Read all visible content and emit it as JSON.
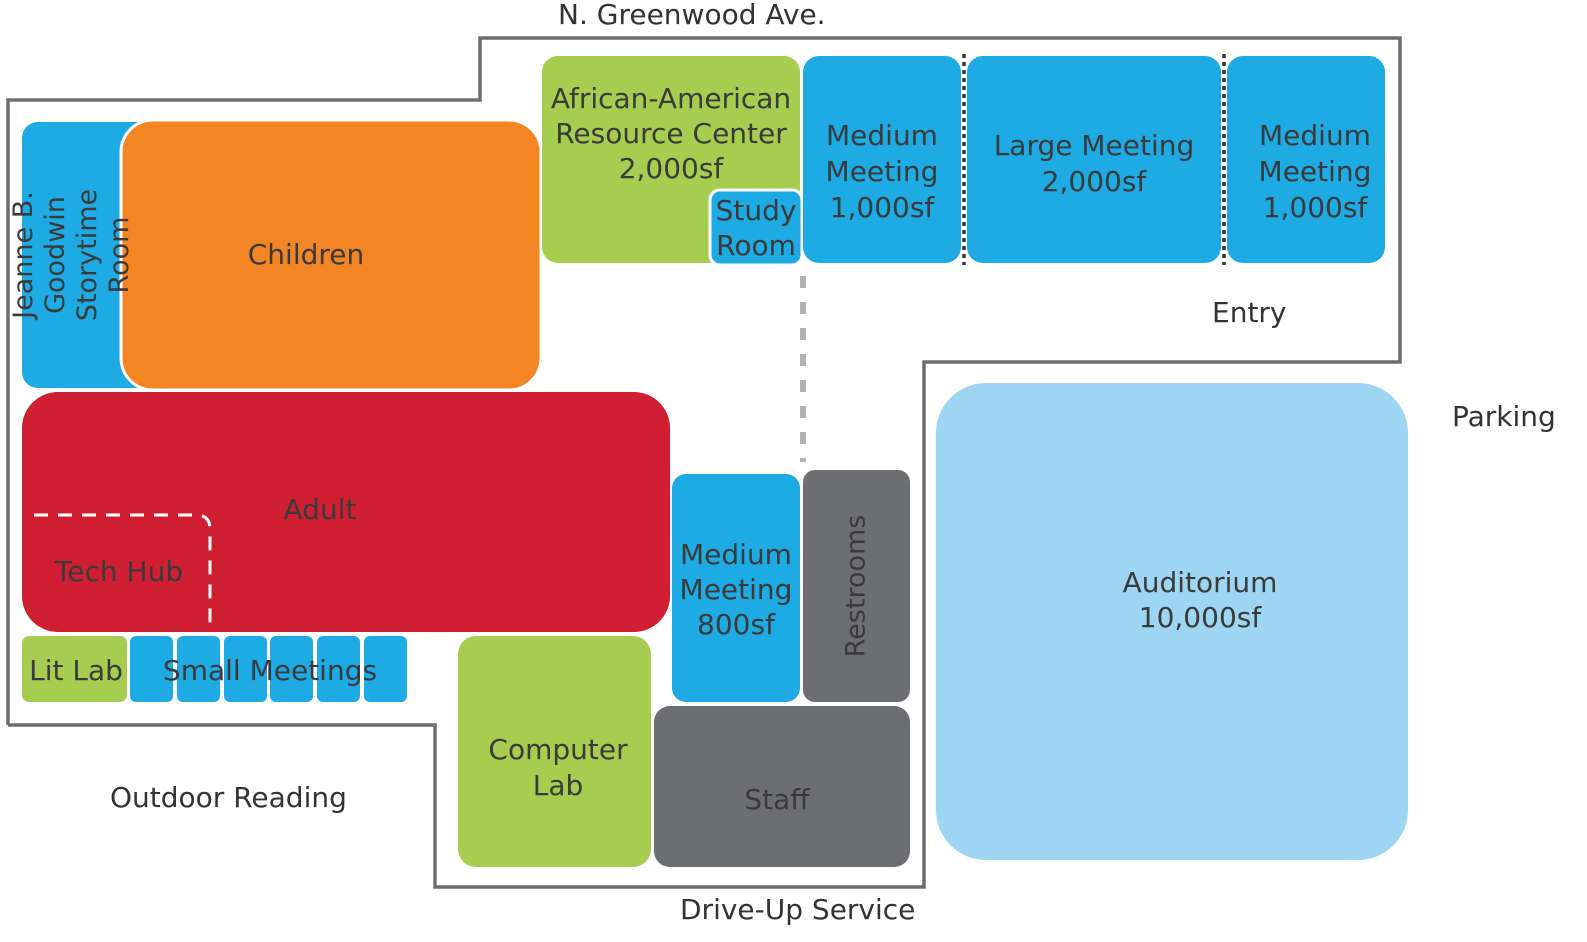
{
  "streets": {
    "north": "N. Greenwood Ave.",
    "east": "Parking",
    "south": "Drive-Up Service",
    "southwest": "Outdoor Reading",
    "entry": "Entry"
  },
  "rooms": {
    "storytime": "Jeanne B.\nGoodwin\nStorytime Room",
    "children": "Children",
    "aarc": "African-American\nResource Center\n2,000sf",
    "study_room": "Study\nRoom",
    "medium_meeting_1": "Medium\nMeeting\n1,000sf",
    "large_meeting": "Large Meeting\n2,000sf",
    "medium_meeting_2": "Medium\nMeeting\n1,000sf",
    "adult": "Adult",
    "tech_hub": "Tech Hub",
    "medium_meeting_3": "Medium\nMeeting\n800sf",
    "restrooms": "Restrooms",
    "lit_lab": "Lit Lab",
    "small_meetings": "Small Meetings",
    "computer_lab": "Computer\nLab",
    "staff": "Staff",
    "auditorium": "Auditorium\n10,000sf"
  },
  "colors": {
    "blue": "#1eaae3",
    "light_blue": "#9dd5f2",
    "orange": "#f38524",
    "green": "#a6cd4f",
    "red": "#d01f32",
    "gray": "#6d6e71",
    "outline": "#6d6e71"
  }
}
